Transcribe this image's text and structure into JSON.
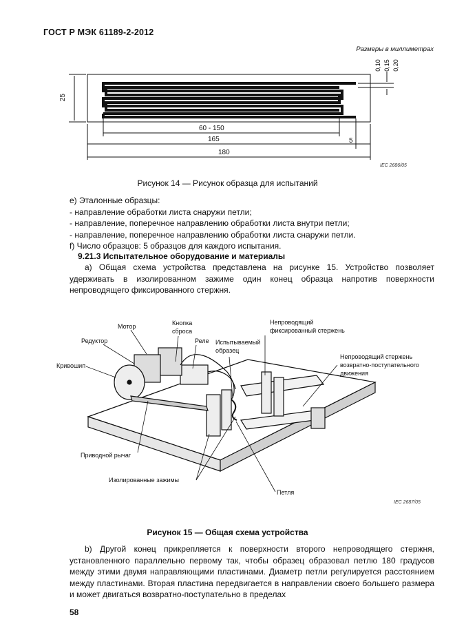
{
  "header": {
    "title": "ГОСТ Р МЭК 61189-2-2012"
  },
  "figure14": {
    "units_note": "Размеры в миллиметрах",
    "dim_labels": {
      "height": "25",
      "span": "60 - 150",
      "length_165": "165",
      "gap_5": "5",
      "length_180": "180",
      "w1": "0,10",
      "w2": "0,15",
      "w3": "0,20"
    },
    "iec_ref": "IEC  2686/05",
    "caption": "Рисунок 14 — Рисунок образца для испытаний"
  },
  "body1": {
    "lines": [
      "e) Эталонные образцы:",
      "- направление обработки листа снаружи петли;",
      "- направление, поперечное направлению обработки листа внутри петли;",
      "- направление, поперечное направлению обработки листа снаружи петли.",
      "f) Число образцов: 5 образцов для каждого испытания."
    ],
    "subheading": "9.21.3 Испытательное оборудование и материалы",
    "paragraph": "a) Общая схема устройства представлена на рисунке 15. Устройство позволяет удерживать в изолированном зажиме один конец образца напротив поверхности непроводящего фиксированного стержня."
  },
  "figure15": {
    "labels": {
      "motor": "Мотор",
      "reset_button_1": "Кнопка",
      "reset_button_2": "сброса",
      "gearbox": "Редуктор",
      "relay": "Реле",
      "specimen_1": "Испытываемый",
      "specimen_2": "образец",
      "fixed_rod_1": "Непроводящий",
      "fixed_rod_2": "фиксированный стержень",
      "moving_rod_1": "Непроводящий стержень",
      "moving_rod_2": "возвратно-поступательного",
      "moving_rod_3": "движения",
      "crank": "Кривошип",
      "drive_lever": "Приводной рычаг",
      "clamps": "Изолированные зажимы",
      "loop": "Петля"
    },
    "iec_ref": "IEC  2687/05",
    "caption": "Рисунок 15 — Общая схема устройства"
  },
  "body2": {
    "paragraph": "b) Другой конец прикрепляется к поверхности второго непроводящего стержня, установленного параллельно первому так, чтобы образец образовал петлю 180 градусов между этими двумя направляющими пластинами. Диаметр петли регулируется расстоянием между пластинами. Вторая пластина передвигается в направлении своего большего размера и может двигаться возвратно-поступательно в пределах"
  },
  "footer": {
    "page_number": "58"
  }
}
